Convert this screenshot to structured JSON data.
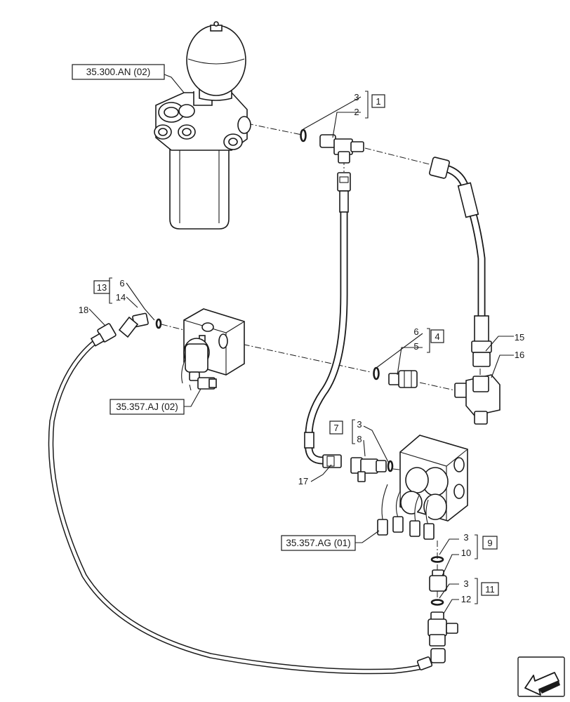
{
  "references": {
    "r1": "35.300.AN (02)",
    "r2": "35.357.AJ (02)",
    "r3": "35.357.AG (01)"
  },
  "kits": {
    "k1": "1",
    "k4": "4",
    "k7": "7",
    "k9": "9",
    "k11": "11",
    "k13": "13"
  },
  "callouts": {
    "c3a": "3",
    "c2": "2",
    "c6a": "6",
    "c14": "14",
    "c18": "18",
    "c6b": "6",
    "c5": "5",
    "c15": "15",
    "c16": "16",
    "c3b": "3",
    "c8": "8",
    "c17": "17",
    "c3c": "3",
    "c10": "10",
    "c3d": "3",
    "c12": "12"
  },
  "icons": {
    "nav": "arrow-back-icon"
  }
}
